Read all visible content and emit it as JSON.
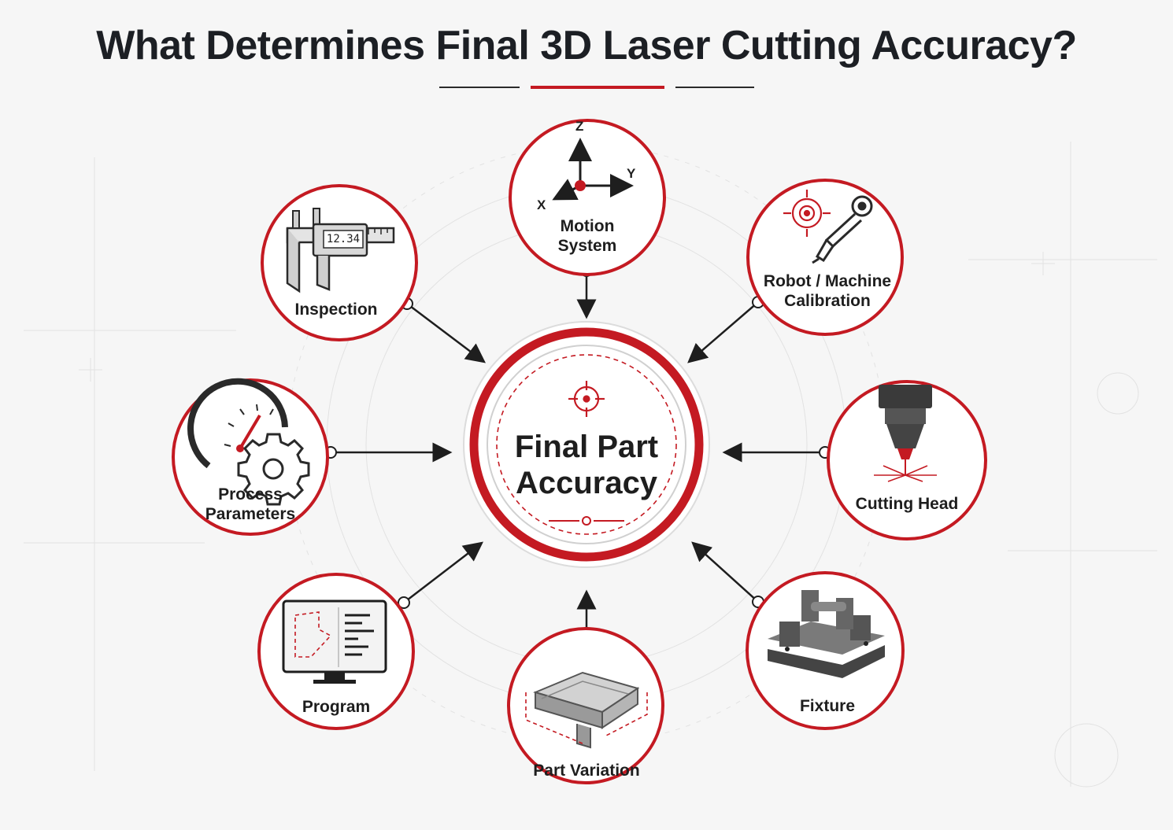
{
  "title": "What Determines Final 3D Laser Cutting Accuracy?",
  "center": {
    "line1": "Final Part",
    "line2": "Accuracy"
  },
  "factors": {
    "motion": {
      "line1": "Motion",
      "line2": "System"
    },
    "calibration": {
      "line1": "Robot / Machine",
      "line2": "Calibration"
    },
    "head": {
      "line1": "Cutting Head"
    },
    "fixture": {
      "line1": "Fixture"
    },
    "variation": {
      "line1": "Part Variation"
    },
    "program": {
      "line1": "Program"
    },
    "parameters": {
      "line1": "Process",
      "line2": "Parameters"
    },
    "inspection": {
      "line1": "Inspection",
      "readout": "12.34"
    }
  },
  "axes": {
    "x": "X",
    "y": "Y",
    "z": "Z"
  },
  "colors": {
    "accent": "#c41a22",
    "ink": "#1e1e1e",
    "background": "#f6f6f6"
  },
  "icons": {
    "motion": "xyz-axes-icon",
    "calibration": "robot-target-icon",
    "head": "laser-cutting-head-icon",
    "fixture": "fixture-clamp-icon",
    "variation": "sheet-metal-part-icon",
    "program": "monitor-program-icon",
    "parameters": "gauge-gear-icon",
    "inspection": "caliper-icon",
    "center": "crosshair-target-icon"
  }
}
